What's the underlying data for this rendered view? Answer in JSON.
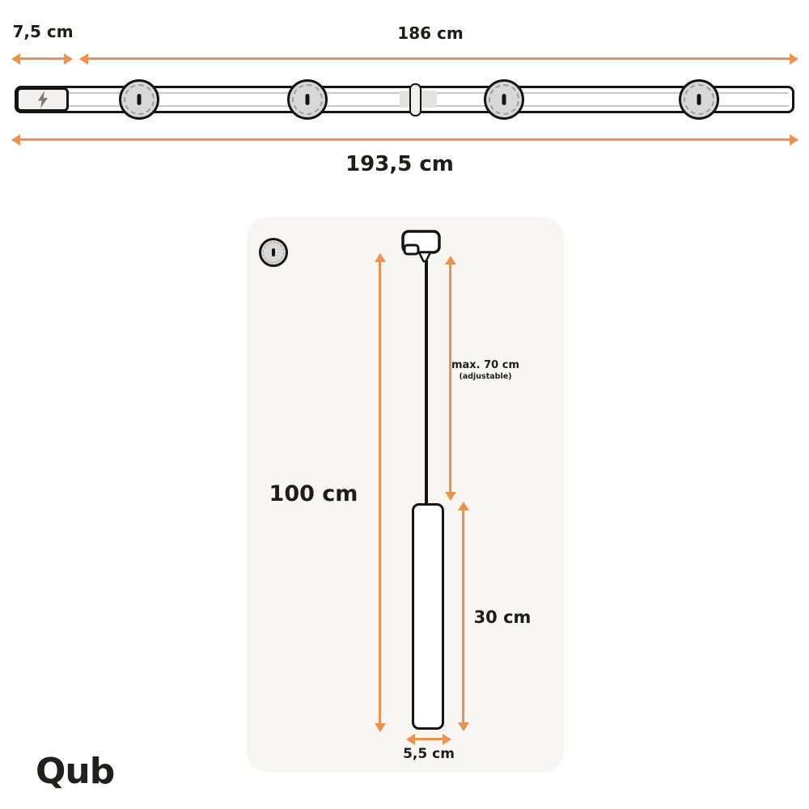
{
  "colors": {
    "accent_orange": "#EB9251",
    "ink": "#1E1D1B",
    "outline_black": "#151515",
    "panel_background": "#F7F6F3",
    "connector_gray": "#D8D8D8"
  },
  "rail_diagram": {
    "power_feed_length": "7,5 cm",
    "track_length": "186 cm",
    "total_length": "193,5 cm",
    "connector_count": 4
  },
  "pendant_diagram": {
    "total_drop": "100 cm",
    "cord_max_length": "max. 70 cm",
    "cord_note": "(adjustable)",
    "shade_height": "30 cm",
    "shade_diameter": "5,5 cm"
  },
  "footer": {
    "brand": "Qub"
  }
}
